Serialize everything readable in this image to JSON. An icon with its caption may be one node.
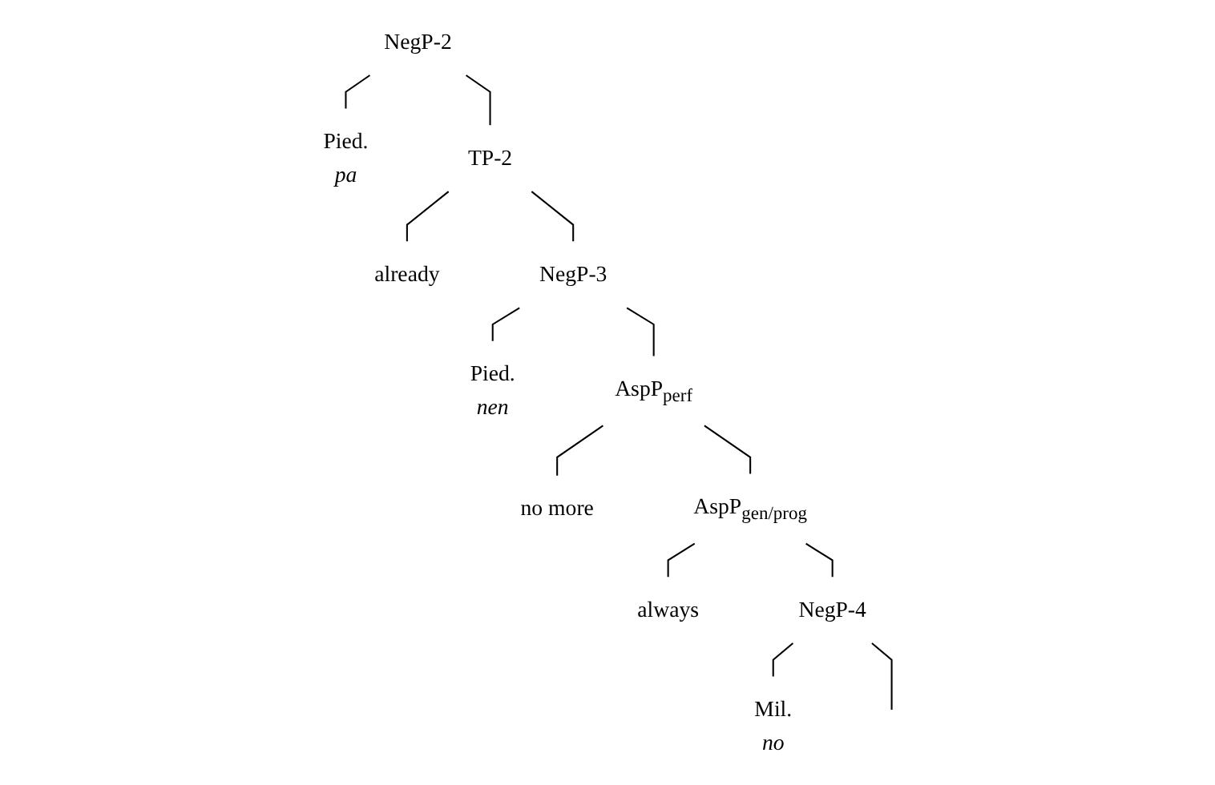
{
  "diagram": {
    "nodes": [
      {
        "text": [
          "NegP-2"
        ]
      },
      {
        "text": [
          "Pied.",
          "pa"
        ]
      },
      {
        "text": [
          "TP-2"
        ]
      },
      {
        "text": [
          "already"
        ]
      },
      {
        "text": [
          "NegP-3"
        ]
      },
      {
        "text": [
          "Pied.",
          "nen"
        ]
      },
      {
        "text": [
          "AspP$_{perf}$"
        ]
      },
      {
        "text": [
          "no more"
        ]
      },
      {
        "text": [
          "AspP$_{gen/prog}$"
        ]
      },
      {
        "text": [
          "always"
        ]
      },
      {
        "text": [
          "NegP-4"
        ]
      },
      {
        "text": [
          "Mil.",
          "no"
        ]
      }
    ],
    "edges": [
      {
        "from": 0,
        "to": 1,
        "arrow": "none"
      },
      {
        "from": 0,
        "to": 2,
        "arrow": "none"
      },
      {
        "from": 2,
        "to": 3,
        "arrow": "none"
      },
      {
        "from": 2,
        "to": 4,
        "arrow": "none"
      },
      {
        "from": 4,
        "to": 5,
        "arrow": "none"
      },
      {
        "from": 4,
        "to": 6,
        "arrow": "none"
      },
      {
        "from": 6,
        "to": 7,
        "arrow": "none"
      },
      {
        "from": 6,
        "to": 8,
        "arrow": "none"
      },
      {
        "from": 8,
        "to": 9,
        "arrow": "none"
      },
      {
        "from": 8,
        "to": 10,
        "arrow": "none"
      },
      {
        "from": 10,
        "to": 11,
        "arrow": "none"
      },
      {
        "from": 10,
        "to": null,
        "arrow": "none"
      }
    ]
  }
}
